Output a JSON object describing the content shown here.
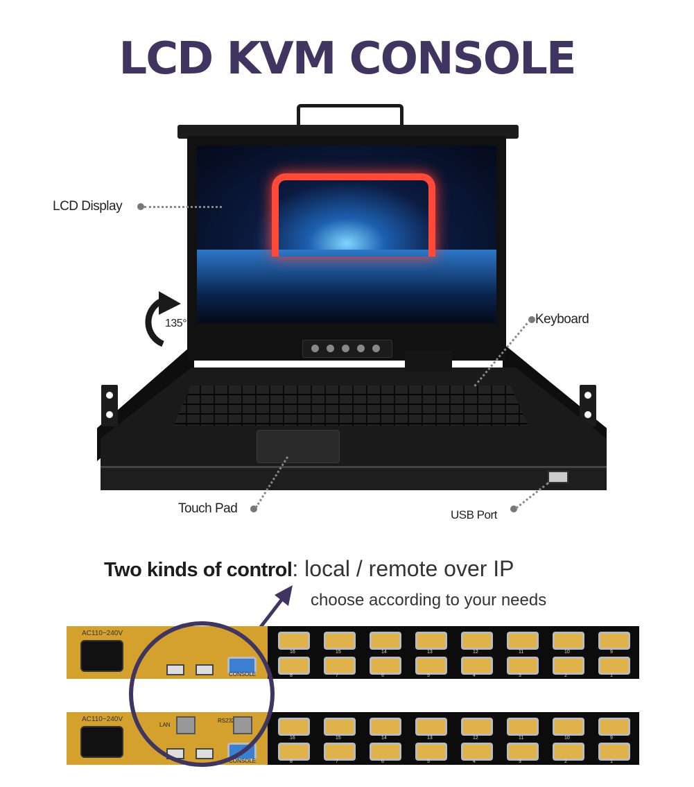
{
  "title": "LCD KVM CONSOLE",
  "labels": {
    "lcd_display": "LCD Display",
    "keyboard": "Keyboard",
    "touch_pad": "Touch Pad",
    "usb_port": "USB Port",
    "rotation": "135°"
  },
  "control": {
    "bold": "Two kinds of control",
    "rest": ": local / remote over IP",
    "sub": "choose according to your needs"
  },
  "panel_top": {
    "power": "AC110~240V",
    "console": "CONSOLE",
    "ports_row1": [
      "16",
      "15",
      "14",
      "13",
      "12",
      "11",
      "10",
      "9"
    ],
    "ports_row2": [
      "8",
      "7",
      "6",
      "5",
      "4",
      "3",
      "2",
      "1"
    ]
  },
  "panel_bottom": {
    "power": "AC110~240V",
    "lan": "LAN",
    "rs232": "RS232",
    "console": "CONSOLE",
    "ports_row1": [
      "16",
      "15",
      "14",
      "13",
      "12",
      "11",
      "10",
      "9"
    ],
    "ports_row2": [
      "8",
      "7",
      "6",
      "5",
      "4",
      "3",
      "2",
      "1"
    ]
  },
  "colors": {
    "title": "#3f3560",
    "panel_gold": "#d4a12e",
    "circle": "#3f3560"
  }
}
